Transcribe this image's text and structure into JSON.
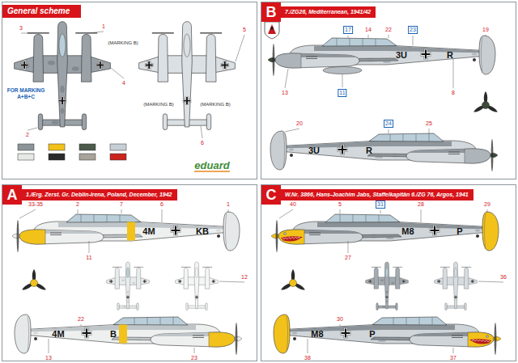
{
  "diagram": {
    "nodes": [
      {
        "text": [
          "General scheme"
        ]
      },
      {
        "text": [
          "B",
          "7./ZG26, Mediterranean, 1941/42"
        ]
      },
      {
        "text": [
          "A",
          "1./Erg. Zerst. Gr. Deblin-Irena, Poland, December, 1942"
        ]
      },
      {
        "text": [
          "C",
          "W.Nr. 3866, Hans-Joachim Jabs, Staffelkapitän 6./ZG 76, Argos, 1941"
        ]
      }
    ],
    "labels": [
      "FOR MARKING A+B+C",
      "(MARKING B)",
      "(MARKING B)",
      "(MARKING B)",
      "eduard",
      "3",
      "1",
      "2",
      "4",
      "5",
      "6",
      "3U",
      "R",
      "3U",
      "R",
      "17",
      "14",
      "22",
      "23",
      "19",
      "13",
      "11",
      "8",
      "20",
      "24",
      "25",
      "4M",
      "KB",
      "4M",
      "B",
      "33-35",
      "2",
      "7",
      "6",
      "1",
      "11",
      "12",
      "22",
      "23",
      "13",
      "M8",
      "P",
      "M8",
      "P",
      "40",
      "5",
      "31",
      "28",
      "29",
      "27",
      "36",
      "30",
      "37",
      "38"
    ]
  }
}
